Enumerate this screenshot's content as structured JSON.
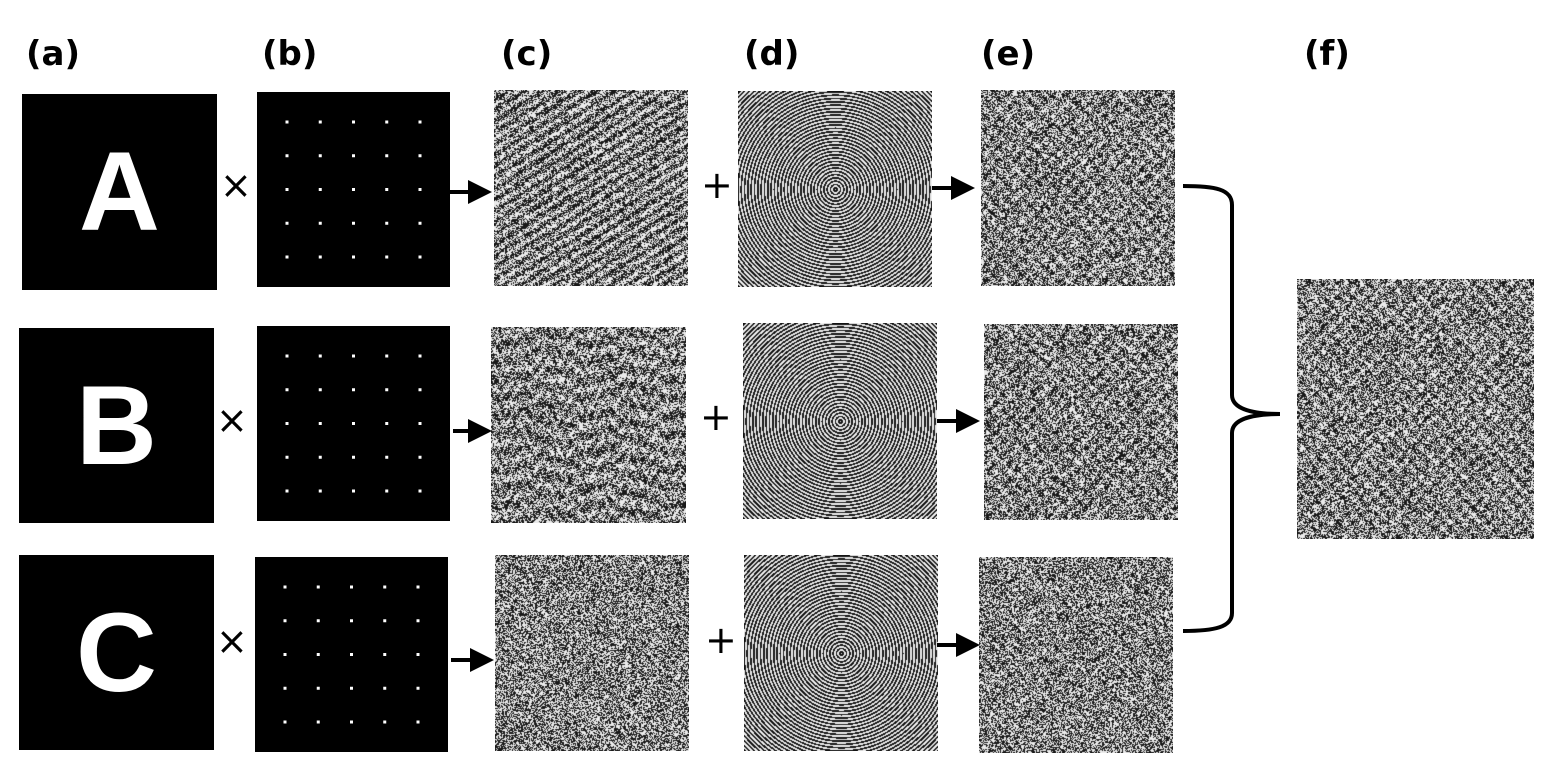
{
  "panel_labels": {
    "a": "(a)",
    "b": "(b)",
    "c": "(c)",
    "d": "(d)",
    "e": "(e)",
    "f": "(f)"
  },
  "rows": [
    {
      "letter": "A",
      "multiply_symbol": "×",
      "add_symbol": "+"
    },
    {
      "letter": "B",
      "multiply_symbol": "×",
      "add_symbol": "+"
    },
    {
      "letter": "C",
      "multiply_symbol": "×",
      "add_symbol": "+"
    }
  ],
  "dot_grid": {
    "rows": 5,
    "cols": 5
  },
  "colors": {
    "background": "#ffffff",
    "box": "#000000",
    "foreground": "#ffffff",
    "arrow": "#000000"
  }
}
